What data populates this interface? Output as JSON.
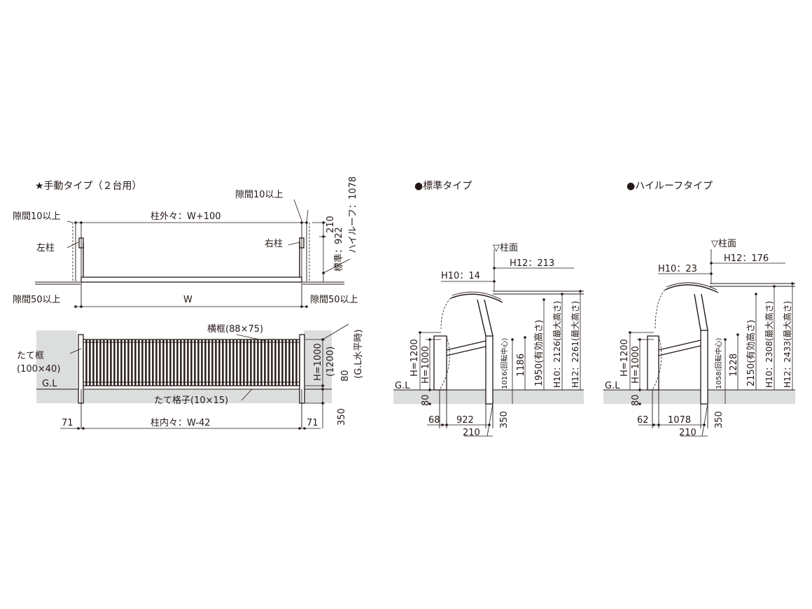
{
  "manual_type": {
    "title": "★手動タイプ（２台用）",
    "plan": {
      "gap_top_left": "隙間10以上",
      "gap_top_right": "隙間10以上",
      "post_outer": "柱外々：W+100",
      "left_post": "左柱",
      "right_post": "右柱",
      "gap_bottom_left": "隙間50以上",
      "gap_bottom_right": "隙間50以上",
      "width": "W",
      "dim_210": "210",
      "standard": "標準：922",
      "high_roof": "ハイルーフ：1078"
    },
    "elevation": {
      "frame_label_1": "たて框",
      "frame_label_2": "(100×40)",
      "horizontal_frame": "横框(88×75)",
      "gl": "G.L",
      "lattice": "たて格子(10×15)",
      "h1000": "H=1000",
      "h1200": "(1200)",
      "dim_80": "80",
      "gl_level": "(G.L水平時)",
      "dim_71_left": "71",
      "dim_71_right": "71",
      "post_inner": "柱内々：W-42",
      "dim_350": "350"
    }
  },
  "standard_type": {
    "title": "●標準タイプ",
    "column_face": "▽柱面",
    "h12": "H12：213",
    "h10": "H10：14",
    "gl": "G.L",
    "h1200": "H=1200",
    "h1000": "H=1000",
    "rotation_center": "1016(回転中心)",
    "dim_1186": "1186",
    "effective_height": "1950(有効高さ)",
    "h10_max": "H10：2126(最大高さ)",
    "h12_max": "H12：2261(最大高さ)",
    "dim_80": "80",
    "dim_68": "68",
    "dim_922": "922",
    "dim_350": "350",
    "dim_210": "210"
  },
  "high_roof_type": {
    "title": "●ハイルーフタイプ",
    "column_face": "▽柱面",
    "h12": "H12：176",
    "h10": "H10：23",
    "gl": "G.L",
    "h1200": "H=1200",
    "h1000": "H=1000",
    "rotation_center": "1058(回転中心)",
    "dim_1228": "1228",
    "effective_height": "2150(有効高さ)",
    "h10_max": "H10：2308(最大高さ)",
    "h12_max": "H12：2433(最大高さ)",
    "dim_80": "80",
    "dim_62": "62",
    "dim_1078": "1078",
    "dim_350": "350",
    "dim_210": "210"
  }
}
